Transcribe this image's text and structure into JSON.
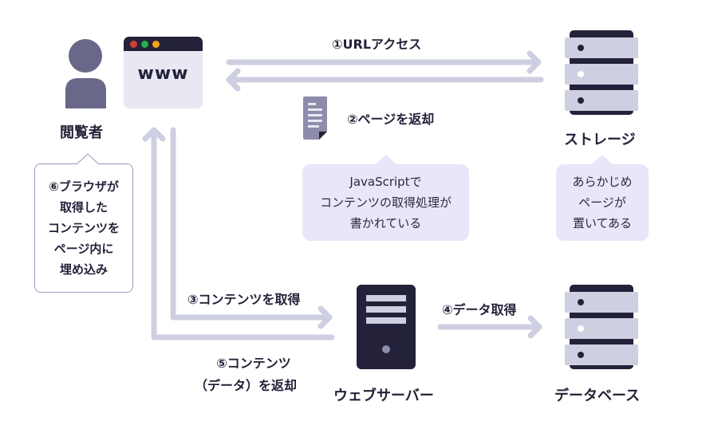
{
  "nodes": {
    "viewer": {
      "label": "閲覧者",
      "icon": "person-icon"
    },
    "browser": {
      "icon_text": "www",
      "icon": "browser-window-icon"
    },
    "storage": {
      "label": "ストレージ",
      "icon": "storage-server-icon"
    },
    "webserver": {
      "label": "ウェブサーバー",
      "icon": "web-server-icon"
    },
    "database": {
      "label": "データベース",
      "icon": "database-server-icon"
    }
  },
  "steps": {
    "step1": "①URLアクセス",
    "step2": "②ページを返却",
    "step3": "③コンテンツを取得",
    "step4": "④データ取得",
    "step5": {
      "line1": "⑤コンテンツ",
      "line2": "（データ）を返却"
    }
  },
  "notes": {
    "browser_embed": [
      "⑥ブラウザが",
      "取得した",
      "コンテンツを",
      "ページ内に",
      "埋め込み"
    ],
    "javascript": [
      "JavaScriptで",
      "コンテンツの取得処理が",
      "書かれている"
    ],
    "storage": [
      "あらかじめ",
      "ページが",
      "置いてある"
    ]
  },
  "colors": {
    "dark": "#23223a",
    "arrow": "#cfcfe2",
    "server_panel": "#cfcfe2",
    "person": "#6a6888",
    "doc": "#8e8cab",
    "bubble_bg": "#e8e6f8",
    "browser_bg": "#e8e8f2",
    "dot_red": "#d0402f",
    "dot_green": "#22b14c",
    "dot_yellow": "#f5a418"
  }
}
